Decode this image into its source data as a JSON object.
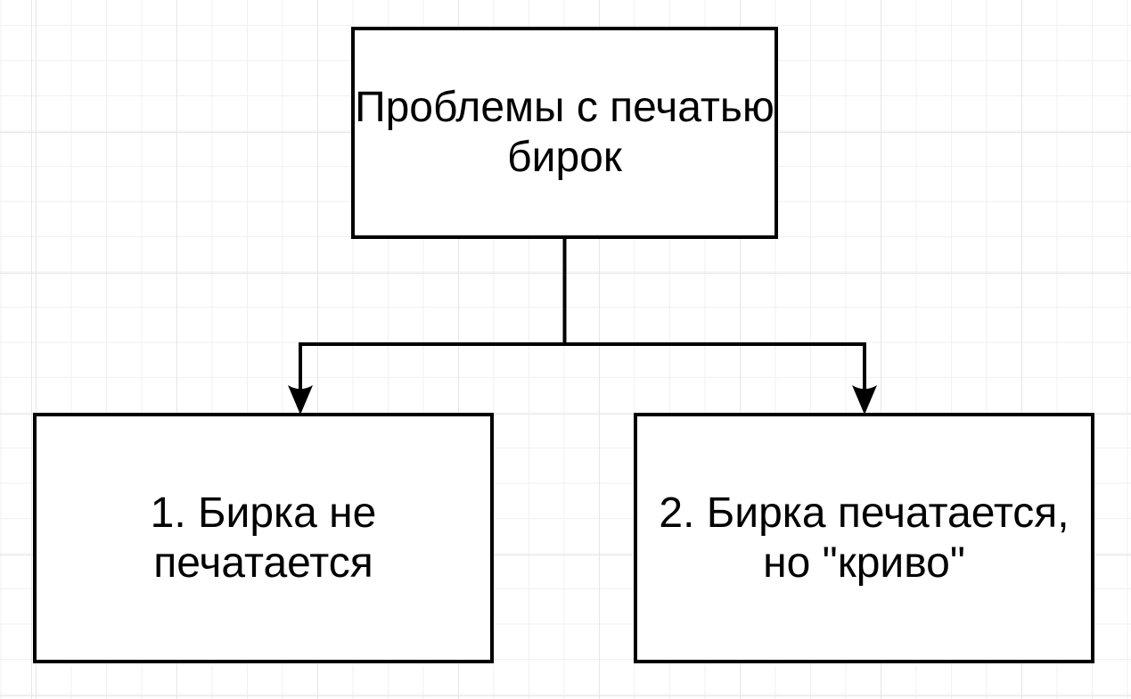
{
  "colors": {
    "stroke": "#000000",
    "node-fill": "#ffffff",
    "text": "#000000",
    "canvas-bg": "#ffffff",
    "grid-minor": "#f1f1f1",
    "grid-major": "#e6e6e6"
  },
  "diagram": {
    "nodes": [
      {
        "id": "root",
        "label": "Проблемы с печатью бирок",
        "lines": [
          "Проблемы с печатью",
          "бирок"
        ]
      },
      {
        "id": "case-1",
        "label": "1. Бирка не печатается",
        "lines": [
          "1. Бирка не",
          "печатается"
        ]
      },
      {
        "id": "case-2",
        "label": "2. Бирка печатается, но \"криво\"",
        "lines": [
          "2. Бирка печатается,",
          "но \"криво\""
        ]
      }
    ],
    "edges": [
      {
        "from": "root",
        "to": "case-1",
        "arrow": "filled-triangle-down"
      },
      {
        "from": "root",
        "to": "case-2",
        "arrow": "filled-triangle-down"
      }
    ]
  }
}
